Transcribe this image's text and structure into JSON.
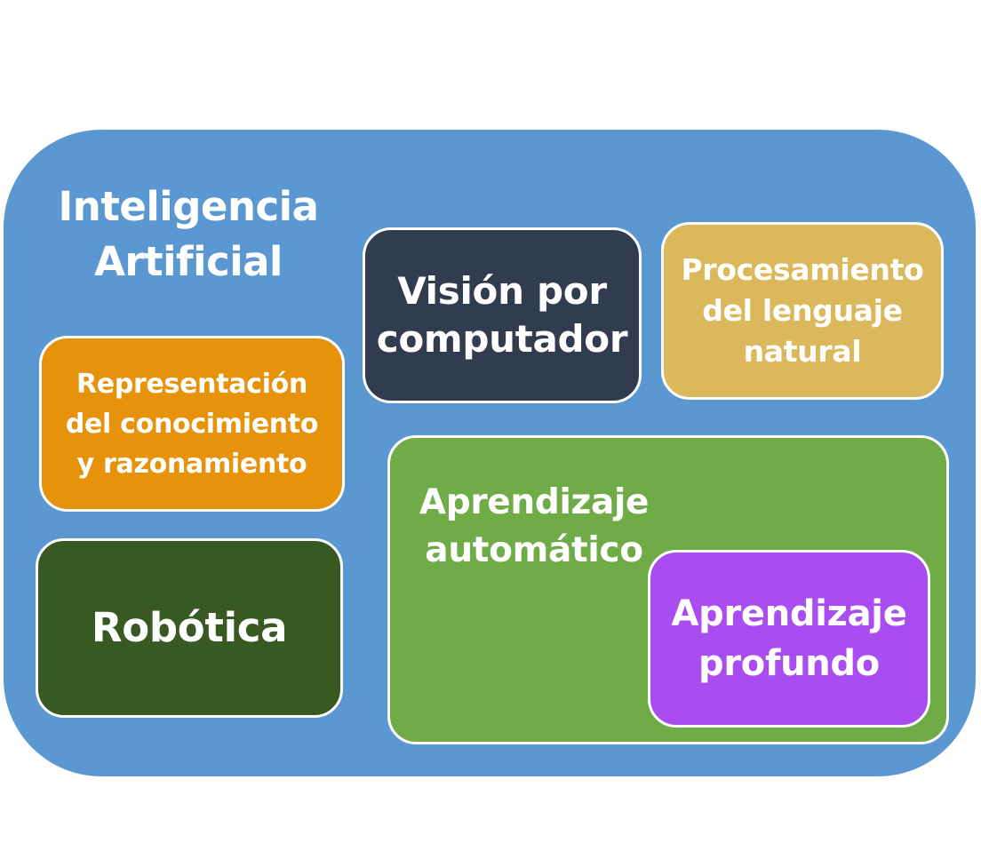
{
  "diagram": {
    "title": "Inteligencia\nArtificial",
    "subfields": {
      "vision": "Visión por\ncomputador",
      "nlp": "Procesamiento\ndel lenguaje\nnatural",
      "knowledge": "Representación\ndel conocimiento\ny razonamiento",
      "robotics": "Robótica",
      "machine_learning": {
        "label": "Aprendizaje\nautomático",
        "deep_learning": "Aprendizaje\nprofundo"
      }
    }
  },
  "colors": {
    "ai_container": "#5b98d2",
    "vision": "#323c4f",
    "nlp": "#dcb85c",
    "knowledge": "#e6920a",
    "robotics": "#385a22",
    "machine_learning": "#6fac47",
    "deep_learning": "#a94df0",
    "text": "#ffffff"
  }
}
